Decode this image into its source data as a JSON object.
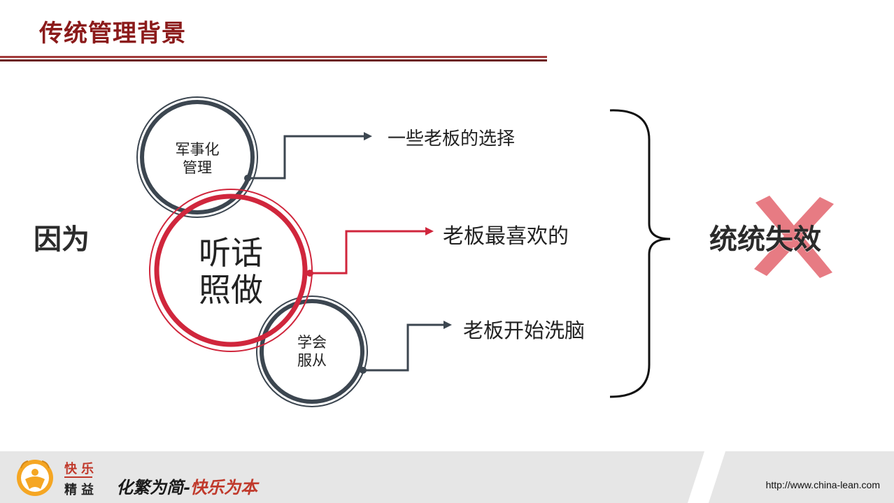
{
  "header": {
    "title": "传统管理背景"
  },
  "diagram": {
    "left_word": "因为",
    "circle_top": {
      "line1": "军事化",
      "line2": "管理"
    },
    "circle_center": {
      "line1": "听话",
      "line2": "照做"
    },
    "circle_bottom": {
      "line1": "学会",
      "line2": "服从"
    },
    "branch_top": "一些老板的选择",
    "branch_mid": "老板最喜欢的",
    "branch_bottom": "老板开始洗脑",
    "result": "统统失效"
  },
  "footer": {
    "logo_top": "快乐",
    "logo_bottom": "精益",
    "slogan_part1": "化繁为简-",
    "slogan_part2": "快乐为本",
    "url": "http://www.china-lean.com"
  },
  "colors": {
    "accent": "#d0263c",
    "dark": "#3c4650",
    "title": "#8b1a1a"
  }
}
